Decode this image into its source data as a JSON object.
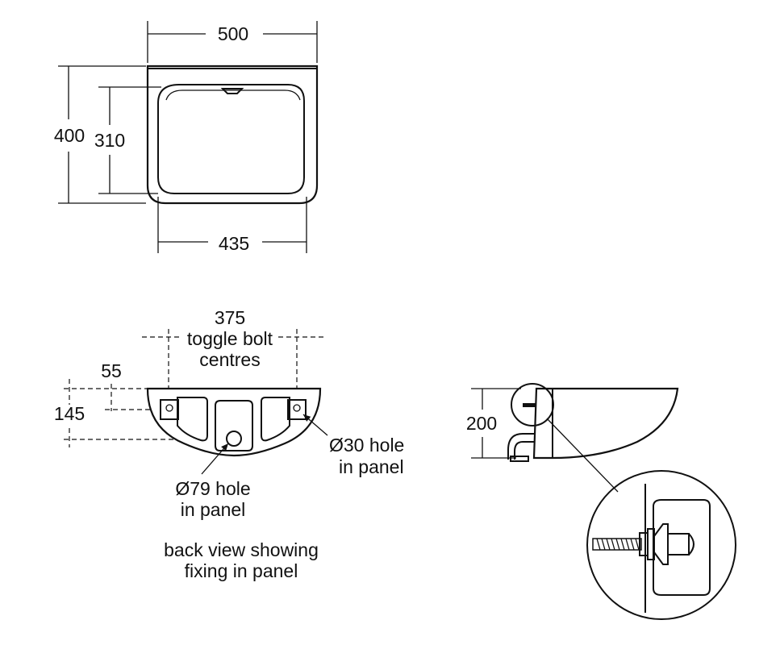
{
  "top_view": {
    "dim_width": "500",
    "dim_depth": "400",
    "dim_bowl_depth": "310",
    "dim_bowl_width": "435"
  },
  "back_view": {
    "dim_bolt_centres_value": "375",
    "dim_bolt_centres_line1": "toggle bolt",
    "dim_bolt_centres_line2": "centres",
    "dim_offset_a": "55",
    "dim_offset_b": "145",
    "hole_small_line1": "Ø30 hole",
    "hole_small_line2": "in panel",
    "hole_large_line1": "Ø79 hole",
    "hole_large_line2": "in panel",
    "caption_line1": "back view showing",
    "caption_line2": "fixing in panel"
  },
  "side_view": {
    "dim_height": "200"
  }
}
